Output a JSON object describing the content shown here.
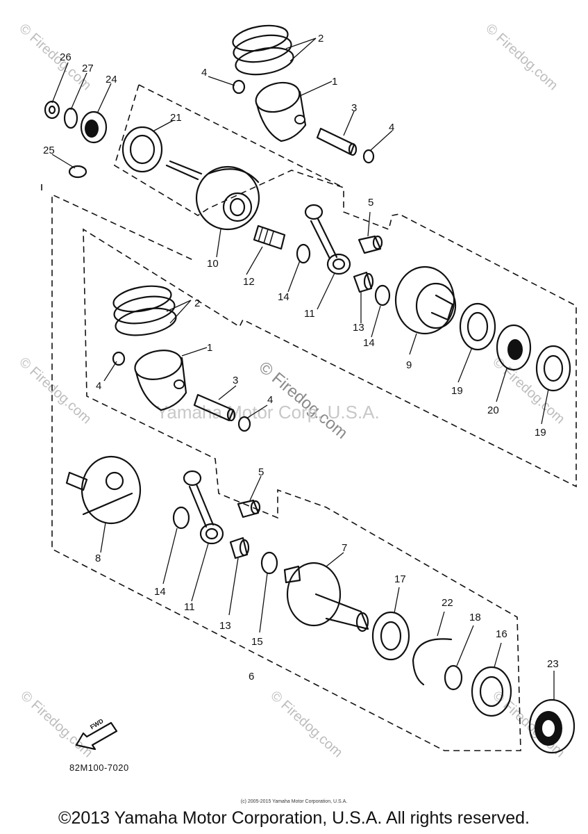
{
  "watermarks": {
    "center": "© Firedog.com",
    "center_sub": "Yamaha Motor Corp, U.S.A.",
    "tile": "© Firedog.com"
  },
  "drawing_code": "82M100-7020",
  "fwd_arrow_label": "FWD",
  "footer_small": "(c) 2005-2015 Yamaha Motor Corporation, U.S.A.",
  "footer": "©2013 Yamaha Motor Corporation, U.S.A. All rights reserved.",
  "callouts": {
    "n1": "1",
    "n2": "2",
    "n3": "3",
    "n4": "4",
    "n5": "5",
    "n6": "6",
    "n7": "7",
    "n8": "8",
    "n9": "9",
    "n10": "10",
    "n11": "11",
    "n12": "12",
    "n13": "13",
    "n14": "14",
    "n15": "15",
    "n16": "16",
    "n17": "17",
    "n18": "18",
    "n19": "19",
    "n20": "20",
    "n21": "21",
    "n22": "22",
    "n23": "23",
    "n24": "24",
    "n25": "25",
    "n26": "26",
    "n27": "27"
  }
}
